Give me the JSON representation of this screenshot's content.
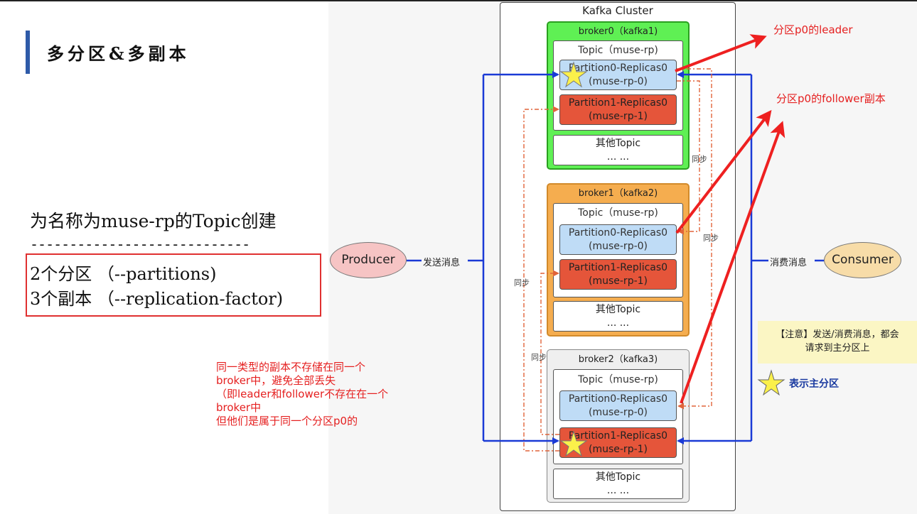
{
  "slide": {
    "title": "多分区&多副本",
    "create_line": "为名称为muse-rp的Topic创建",
    "dashes": "----------------------------",
    "spec": [
      "2个分区 （--partitions)",
      "3个副本 （--replication-factor)"
    ]
  },
  "cluster": {
    "title": "Kafka Cluster",
    "brokers": [
      {
        "title": "broker0（kafka1)",
        "topic_title": "Topic（muse-rp)",
        "replicas": [
          {
            "name": "Partition0-Replicas0",
            "id": "(muse-rp-0)",
            "color": "blue",
            "leader": true
          },
          {
            "name": "Partition1-Replicas0",
            "id": "(muse-rp-1)",
            "color": "red",
            "leader": false
          }
        ],
        "other_topic": [
          "其他Topic",
          "... ..."
        ]
      },
      {
        "title": "broker1（kafka2)",
        "topic_title": "Topic（muse-rp)",
        "replicas": [
          {
            "name": "Partition0-Replicas0",
            "id": "(muse-rp-0)",
            "color": "blue",
            "leader": false
          },
          {
            "name": "Partition1-Replicas0",
            "id": "(muse-rp-1)",
            "color": "red",
            "leader": false
          }
        ],
        "other_topic": [
          "其他Topic",
          "... ..."
        ]
      },
      {
        "title": "broker2（kafka3)",
        "topic_title": "Topic（muse-rp)",
        "replicas": [
          {
            "name": "Partition0-Replicas0",
            "id": "(muse-rp-0)",
            "color": "blue",
            "leader": false
          },
          {
            "name": "Partition1-Replicas0",
            "id": "(muse-rp-1)",
            "color": "red",
            "leader": true
          }
        ],
        "other_topic": [
          "其他Topic",
          "... ..."
        ]
      }
    ],
    "sync_label": "同步"
  },
  "producer": {
    "label": "Producer",
    "send_label": "发送消息"
  },
  "consumer": {
    "label": "Consumer",
    "consume_label": "消费消息"
  },
  "annotations": {
    "leader_label": "分区p0的leader",
    "follower_label": "分区p0的follower副本",
    "note": [
      "【注意】发送/消费消息，都会",
      "请求到主分区上"
    ],
    "star_legend": "表示主分区",
    "red_note": "同一类型的副本不存储在同一个\nbroker中，避免全部丢失\n（即leader和follower不存在在一个\nbroker中\n但他们是属于同一个分区p0的"
  },
  "colors": {
    "flow_blue": "#1a3ad6",
    "sync_orange": "#e0643a",
    "annotation_red": "#e52020",
    "broker0_green": "#5ff054",
    "broker1_orange": "#f5ad4f",
    "replica_blue": "#bfdcf6",
    "replica_red": "#e5553a"
  }
}
